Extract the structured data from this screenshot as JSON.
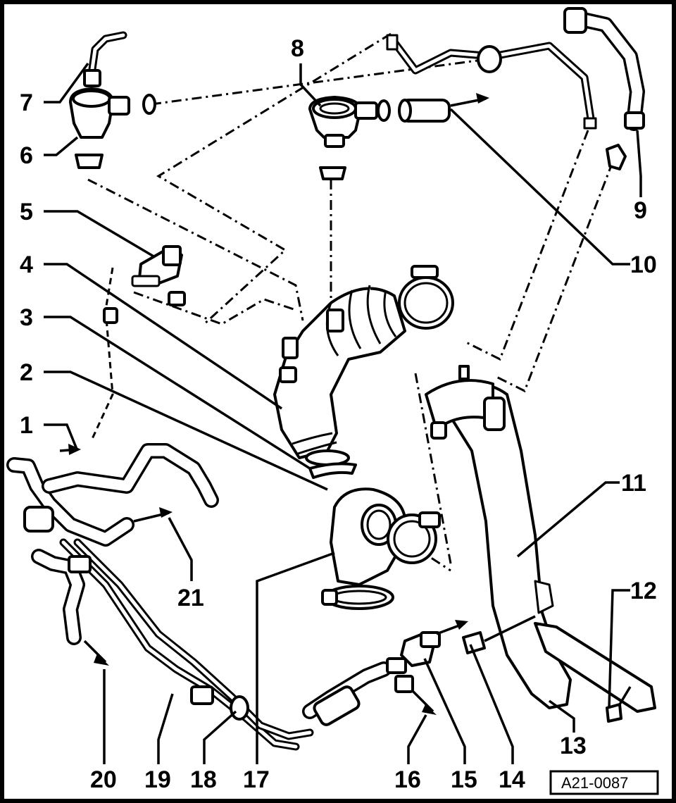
{
  "figure": {
    "reference_code": "A21-0087"
  },
  "callouts": [
    {
      "id": "1",
      "label": "1"
    },
    {
      "id": "2",
      "label": "2"
    },
    {
      "id": "3",
      "label": "3"
    },
    {
      "id": "4",
      "label": "4"
    },
    {
      "id": "5",
      "label": "5"
    },
    {
      "id": "6",
      "label": "6"
    },
    {
      "id": "7",
      "label": "7"
    },
    {
      "id": "8",
      "label": "8"
    },
    {
      "id": "9",
      "label": "9"
    },
    {
      "id": "10",
      "label": "10"
    },
    {
      "id": "11",
      "label": "11"
    },
    {
      "id": "12",
      "label": "12"
    },
    {
      "id": "13",
      "label": "13"
    },
    {
      "id": "14",
      "label": "14"
    },
    {
      "id": "15",
      "label": "15"
    },
    {
      "id": "16",
      "label": "16"
    },
    {
      "id": "17",
      "label": "17"
    },
    {
      "id": "18",
      "label": "18"
    },
    {
      "id": "19",
      "label": "19"
    },
    {
      "id": "20",
      "label": "20"
    },
    {
      "id": "21",
      "label": "21"
    }
  ]
}
